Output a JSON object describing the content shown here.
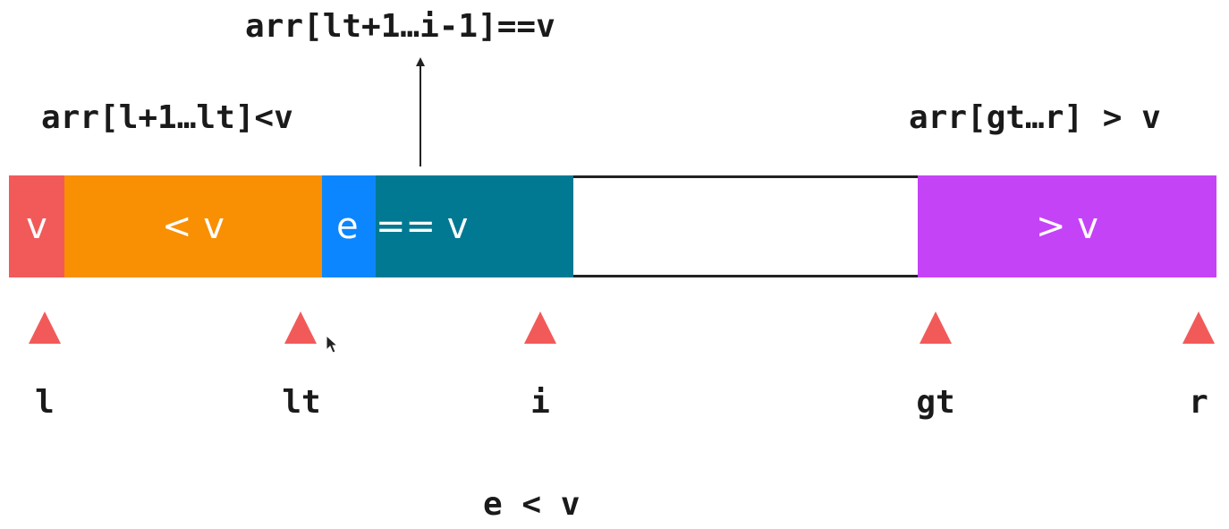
{
  "annotations": {
    "equal_region": "arr[lt+1…i-1]==v",
    "less_region": "arr[l+1…lt]<v",
    "greater_region": "arr[gt…r] > v"
  },
  "bar": {
    "pivot": "v",
    "less": "< v",
    "current": "e",
    "equal": "== v",
    "unknown": "",
    "greater": "> v"
  },
  "indices": {
    "l": "l",
    "lt": "lt",
    "i": "i",
    "gt": "gt",
    "r": "r"
  },
  "caption": "e < v",
  "colors": {
    "pivot": "#f25a5a",
    "less": "#f98f03",
    "current": "#0c86ff",
    "equal": "#017993",
    "greater": "#c543f6",
    "marker": "#f25a5a"
  }
}
